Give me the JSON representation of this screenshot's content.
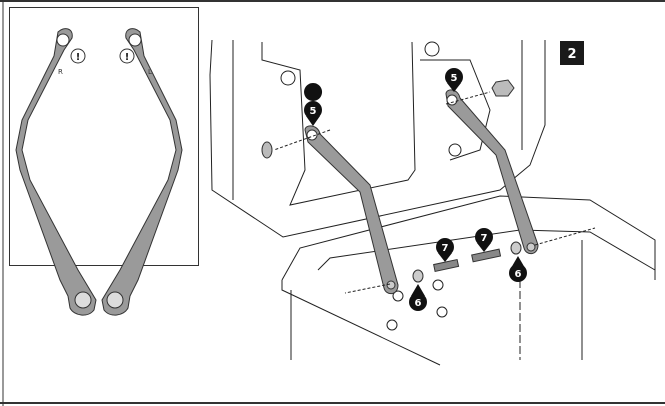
{
  "step": {
    "number": "2"
  },
  "inset": {
    "right_bracket_mark": "R",
    "left_bracket_mark": "L",
    "warning_symbols": [
      "!",
      "!"
    ]
  },
  "callouts": [
    {
      "id": "bracket-left-top",
      "label": "5"
    },
    {
      "id": "bracket-right-top",
      "label": "5"
    },
    {
      "id": "screw-left",
      "label": "7"
    },
    {
      "id": "screw-right",
      "label": "7"
    },
    {
      "id": "washer-left",
      "label": "6"
    },
    {
      "id": "washer-right",
      "label": "6"
    }
  ],
  "colors": {
    "badge": "#1a1a1a",
    "bracket": "#9a9a9a",
    "line": "#222222"
  }
}
